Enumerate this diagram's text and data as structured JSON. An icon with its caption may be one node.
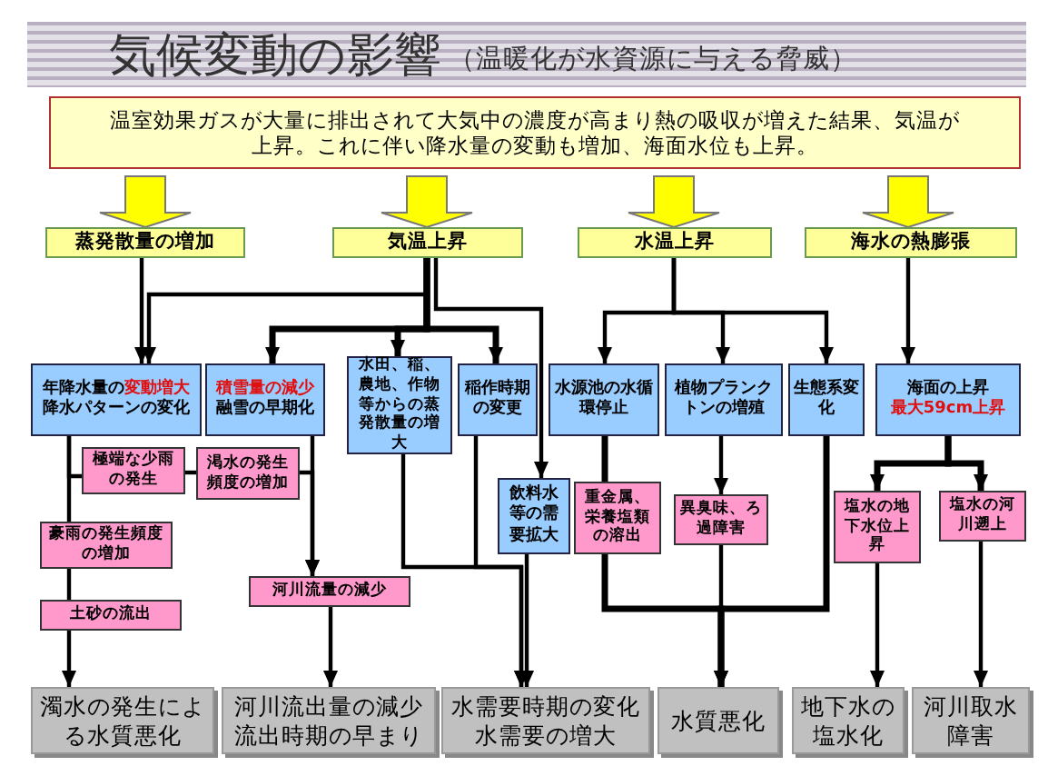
{
  "diagram": {
    "title": "気候変動の影響",
    "nodes": [
      {
        "text": [
          "温室効果ガスが大量に排出されて大気中の濃度が高まり熱の吸収が増えた結果、気温が上昇。これに伴い降水量の変動も増加、海面水位も上昇。"
        ]
      },
      {
        "text": [
          "蒸発散量の増加"
        ]
      },
      {
        "text": [
          "気温上昇"
        ]
      },
      {
        "text": [
          "水温上昇"
        ]
      },
      {
        "text": [
          "海水の熱膨張"
        ]
      },
      {
        "text": [
          "年降水量の**変動増大**",
          "降水パターンの変化"
        ]
      },
      {
        "text": [
          "**積雪量の減少**",
          "融雪の早期化"
        ]
      },
      {
        "text": [
          "水田、稲、農地、作物等からの蒸発散量の増大"
        ]
      },
      {
        "text": [
          "稲作時期の変更"
        ]
      },
      {
        "text": [
          "飲料水等の需要拡大"
        ]
      },
      {
        "text": [
          "水源池の水循環停止"
        ]
      },
      {
        "text": [
          "植物プランクトンの増殖"
        ]
      },
      {
        "text": [
          "生態系変化"
        ]
      },
      {
        "text": [
          "海面の上昇",
          "最大59cm上昇"
        ]
      },
      {
        "text": [
          "極端な少雨の発生"
        ]
      },
      {
        "text": [
          "渇水の発生頻度の増加"
        ]
      },
      {
        "text": [
          "豪雨の発生頻度の増加"
        ]
      },
      {
        "text": [
          "土砂の流出"
        ]
      },
      {
        "text": [
          "河川流量の減少"
        ]
      },
      {
        "text": [
          "重金属、栄養塩類の溶出"
        ]
      },
      {
        "text": [
          "異臭味、ろ過障害"
        ]
      },
      {
        "text": [
          "塩水の地下水位上昇"
        ]
      },
      {
        "text": [
          "塩水の河川遡上"
        ]
      },
      {
        "text": [
          "濁水の発生による水質悪化"
        ]
      },
      {
        "text": [
          "河川流出量の減少流出時期の早まり"
        ]
      },
      {
        "text": [
          "水需要時期の変化水需要の増大"
        ]
      },
      {
        "text": [
          "水質悪化"
        ]
      },
      {
        "text": [
          "地下水の塩水化"
        ]
      },
      {
        "text": [
          "河川取水障害"
        ]
      }
    ],
    "edges": [
      {
        "from": 0,
        "to": 1,
        "arrow": "to"
      },
      {
        "from": 0,
        "to": 2,
        "arrow": "to"
      },
      {
        "from": 0,
        "to": 3,
        "arrow": "to"
      },
      {
        "from": 0,
        "to": 4,
        "arrow": "to"
      },
      {
        "from": 1,
        "to": 5,
        "arrow": "to"
      },
      {
        "from": 2,
        "to": 5,
        "arrow": "to"
      },
      {
        "from": 2,
        "to": 6,
        "arrow": "to"
      },
      {
        "from": 2,
        "to": 7,
        "arrow": "to"
      },
      {
        "from": 2,
        "to": 8,
        "arrow": "to"
      },
      {
        "from": 2,
        "to": 9,
        "arrow": "to"
      },
      {
        "from": 3,
        "to": 10,
        "arrow": "to"
      },
      {
        "from": 3,
        "to": 11,
        "arrow": "to"
      },
      {
        "from": 3,
        "to": 12,
        "arrow": "to"
      },
      {
        "from": 4,
        "to": 13,
        "arrow": "to"
      },
      {
        "from": 13,
        "to": 21,
        "arrow": "to"
      },
      {
        "from": 13,
        "to": 22,
        "arrow": "to"
      },
      {
        "from": 5,
        "to": 14,
        "arrow": "none"
      },
      {
        "from": 14,
        "to": 15,
        "arrow": "none"
      },
      {
        "from": 15,
        "to": 18,
        "arrow": "to"
      },
      {
        "from": 6,
        "to": 18,
        "arrow": "to"
      },
      {
        "from": 18,
        "to": 24,
        "arrow": "to"
      },
      {
        "from": 5,
        "to": 16,
        "arrow": "none"
      },
      {
        "from": 16,
        "to": 17,
        "arrow": "none"
      },
      {
        "from": 17,
        "to": 23,
        "arrow": "to"
      },
      {
        "from": 7,
        "to": 25,
        "arrow": "to"
      },
      {
        "from": 8,
        "to": 25,
        "arrow": "to"
      },
      {
        "from": 9,
        "to": 25,
        "arrow": "to"
      },
      {
        "from": 10,
        "to": 19,
        "arrow": "none"
      },
      {
        "from": 19,
        "to": 26,
        "arrow": "to"
      },
      {
        "from": 20,
        "to": 26,
        "arrow": "to"
      },
      {
        "from": 12,
        "to": 26,
        "arrow": "to"
      },
      {
        "from": 11,
        "to": 20,
        "arrow": "to"
      },
      {
        "from": 21,
        "to": 27,
        "arrow": "to"
      },
      {
        "from": 22,
        "to": 28,
        "arrow": "to"
      }
    ],
    "labels": [
      "（温暖化が水資源に与える脅威）"
    ]
  }
}
